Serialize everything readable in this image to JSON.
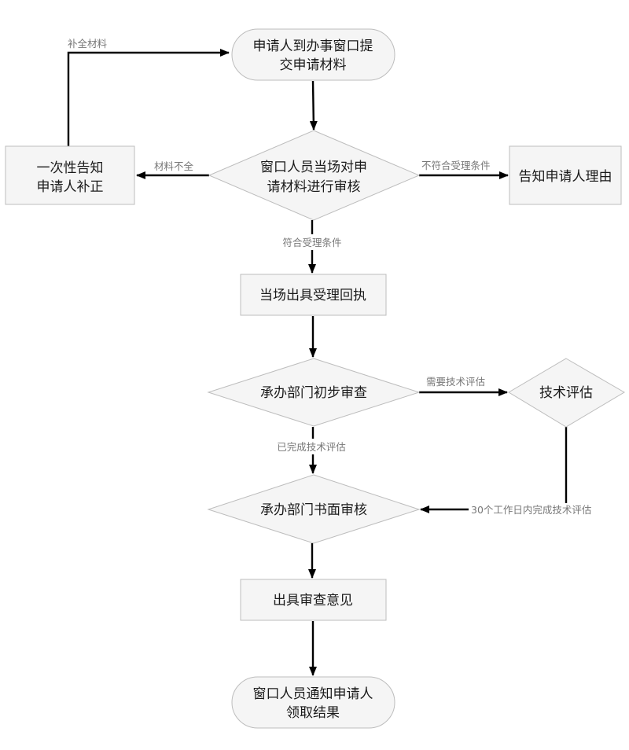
{
  "nodes": {
    "start": {
      "type": "terminal",
      "lines": [
        "申请人到办事窗口提",
        "交申请材料"
      ]
    },
    "window_review": {
      "type": "decision",
      "lines": [
        "窗口人员当场对申",
        "请材料进行审核"
      ]
    },
    "notify_supplement": {
      "type": "process",
      "lines": [
        "一次性告知",
        "申请人补正"
      ]
    },
    "notify_reason": {
      "type": "process",
      "lines": [
        "告知申请人理由"
      ]
    },
    "receipt": {
      "type": "process",
      "lines": [
        "当场出具受理回执"
      ]
    },
    "preliminary_review": {
      "type": "decision",
      "lines": [
        "承办部门初步审查"
      ]
    },
    "tech_eval": {
      "type": "decision",
      "lines": [
        "技术评估"
      ]
    },
    "written_review": {
      "type": "decision",
      "lines": [
        "承办部门书面审核"
      ]
    },
    "opinion": {
      "type": "process",
      "lines": [
        "出具审查意见"
      ]
    },
    "end": {
      "type": "terminal",
      "lines": [
        "窗口人员通知申请人",
        "领取结果"
      ]
    }
  },
  "edges": {
    "supplement_done": {
      "from": "notify_supplement",
      "to": "start",
      "label": "补全材料"
    },
    "submit": {
      "from": "start",
      "to": "window_review",
      "label": ""
    },
    "incomplete": {
      "from": "window_review",
      "to": "notify_supplement",
      "label": "材料不全"
    },
    "not_eligible": {
      "from": "window_review",
      "to": "notify_reason",
      "label": "不符合受理条件"
    },
    "eligible": {
      "from": "window_review",
      "to": "receipt",
      "label": "符合受理条件"
    },
    "to_preliminary": {
      "from": "receipt",
      "to": "preliminary_review",
      "label": ""
    },
    "needs_tech": {
      "from": "preliminary_review",
      "to": "tech_eval",
      "label": "需要技术评估"
    },
    "tech_done": {
      "from": "preliminary_review",
      "to": "written_review",
      "label": "已完成技术评估"
    },
    "tech_return": {
      "from": "tech_eval",
      "to": "written_review",
      "label": "30个工作日内完成技术评估"
    },
    "to_opinion": {
      "from": "written_review",
      "to": "opinion",
      "label": ""
    },
    "to_end": {
      "from": "opinion",
      "to": "end",
      "label": ""
    }
  }
}
